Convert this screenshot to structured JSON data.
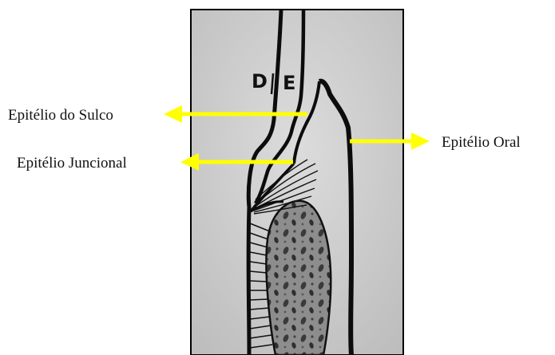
{
  "labels": {
    "sulcular": "Epitélio do Sulco",
    "junctional": "Epitélio Juncional",
    "oral": "Epitélio Oral"
  },
  "drawing_letters": {
    "dentin": "D",
    "enamel": "E"
  },
  "colors": {
    "arrow": "#ffff00",
    "ink": "#111111",
    "paper": "#c9c9c9",
    "page": "#ffffff"
  }
}
